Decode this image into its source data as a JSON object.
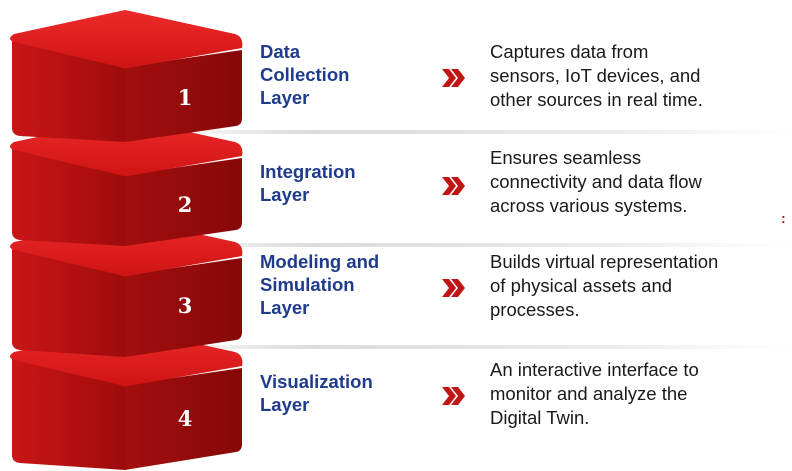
{
  "layers": [
    {
      "number": "1",
      "title_lines": [
        "Data",
        "Collection",
        "Layer"
      ],
      "description_lines": [
        "Captures data from",
        "sensors, IoT devices, and",
        "other sources in real time."
      ]
    },
    {
      "number": "2",
      "title_lines": [
        "Integration",
        "Layer"
      ],
      "description_lines": [
        "Ensures seamless",
        "connectivity and data flow",
        "across various systems."
      ]
    },
    {
      "number": "3",
      "title_lines": [
        "Modeling and",
        "Simulation",
        "Layer"
      ],
      "description_lines": [
        "Builds virtual representation",
        "of physical assets and",
        "processes."
      ]
    },
    {
      "number": "4",
      "title_lines": [
        "Visualization",
        "Layer"
      ],
      "description_lines": [
        "An interactive interface to",
        "monitor and analyze the",
        "Digital Twin."
      ]
    }
  ],
  "decoration_mark": ":",
  "colors": {
    "block_top": "#e01a1a",
    "block_side": "#b01010",
    "block_number": "#ffffff",
    "title": "#1f3c8c",
    "chevron": "#c01515",
    "description": "#1a1a1a"
  }
}
